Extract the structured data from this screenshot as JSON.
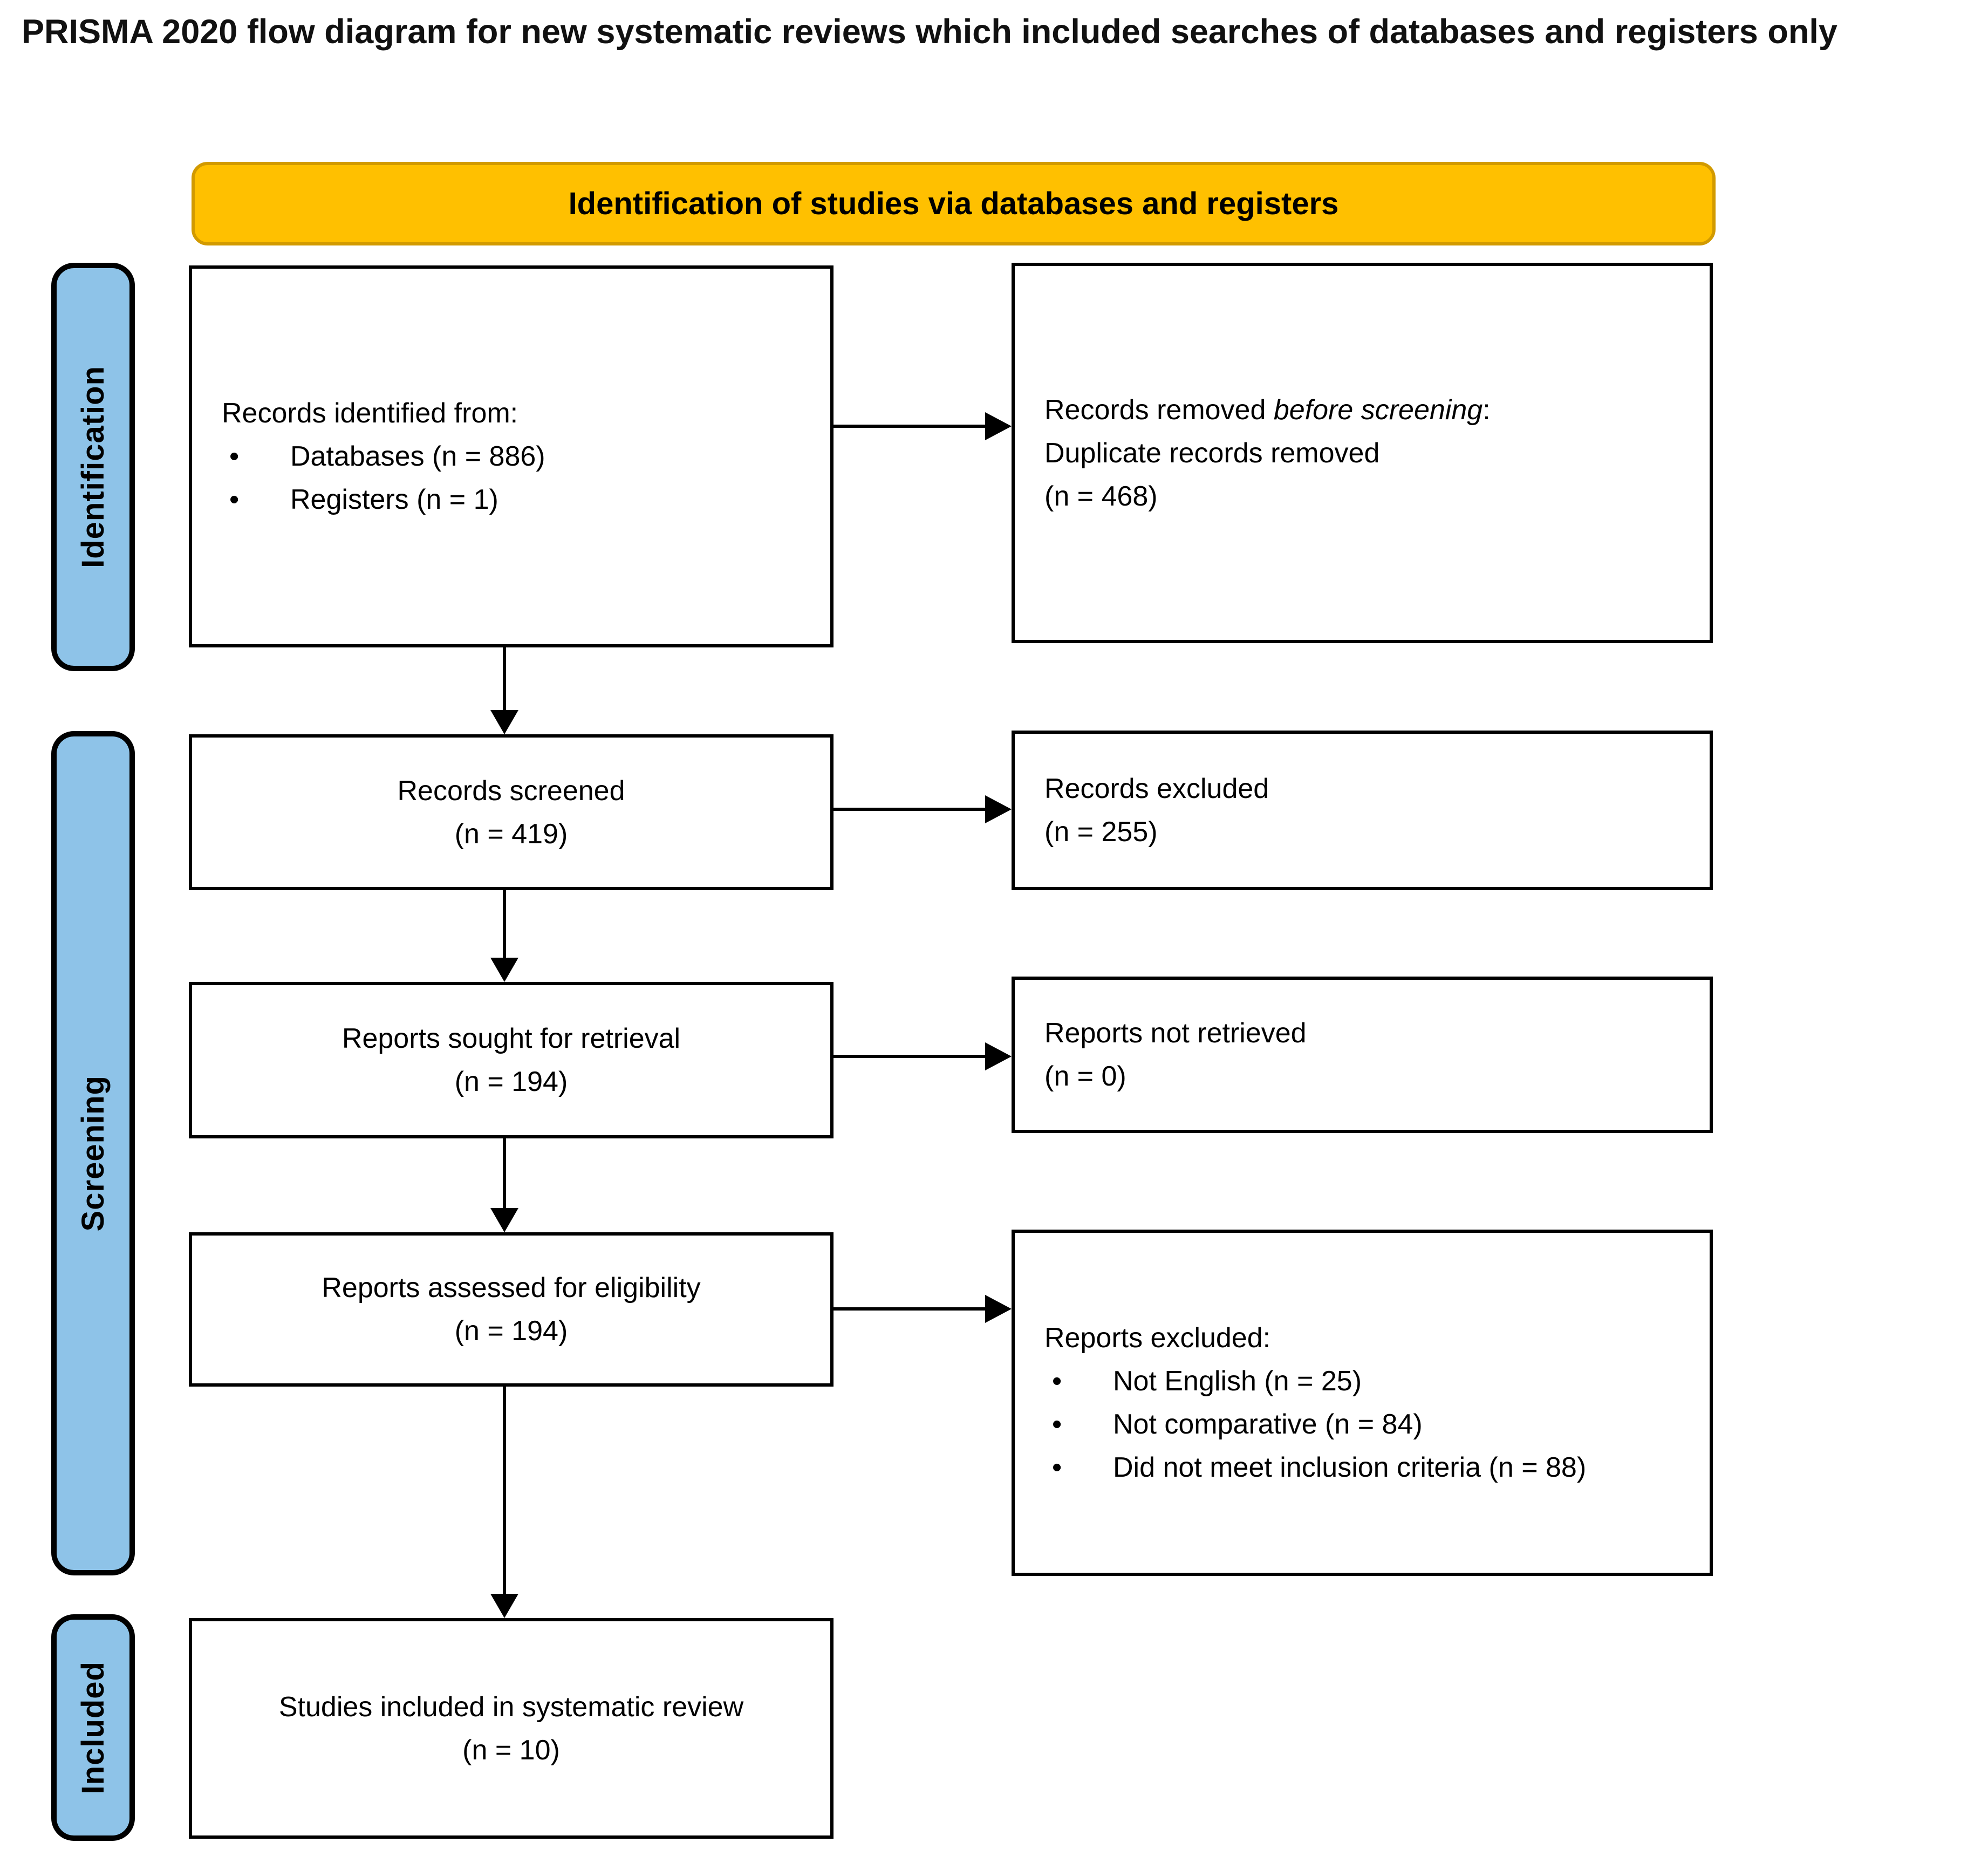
{
  "title": "PRISMA 2020 flow diagram for new systematic reviews which included searches of databases and registers only",
  "header": {
    "label": "Identification of studies via databases and registers"
  },
  "colors": {
    "header_orange": "#FFC000",
    "header_border": "#D29A00",
    "stage_blue": "#8EC3E8"
  },
  "stages": [
    {
      "label": "Identification"
    },
    {
      "label": "Screening"
    },
    {
      "label": "Included"
    }
  ],
  "boxes": {
    "records_identified": {
      "intro": "Records identified from:",
      "bullets": [
        "Databases (n = 886)",
        "Registers (n = 1)"
      ]
    },
    "records_removed": {
      "line1_prefix": "Records removed ",
      "line1_italic": "before screening",
      "line1_suffix": ":",
      "line2": "Duplicate records removed",
      "line3": "(n = 468)"
    },
    "records_screened": {
      "line1": "Records screened",
      "line2": "(n = 419)"
    },
    "records_excluded": {
      "line1": "Records excluded",
      "line2": "(n = 255)"
    },
    "reports_sought": {
      "line1": "Reports sought for retrieval",
      "line2": "(n = 194)"
    },
    "reports_not_retrieved": {
      "line1": "Reports not retrieved",
      "line2": "(n = 0)"
    },
    "reports_assessed": {
      "line1": "Reports assessed for eligibility",
      "line2": "(n = 194)"
    },
    "reports_excluded": {
      "intro": "Reports excluded:",
      "bullets": [
        "Not English (n = 25)",
        "Not comparative (n = 84)",
        "Did not meet inclusion criteria (n = 88)"
      ]
    },
    "studies_included": {
      "line1": "Studies included in systematic review",
      "line2": "(n = 10)"
    }
  }
}
